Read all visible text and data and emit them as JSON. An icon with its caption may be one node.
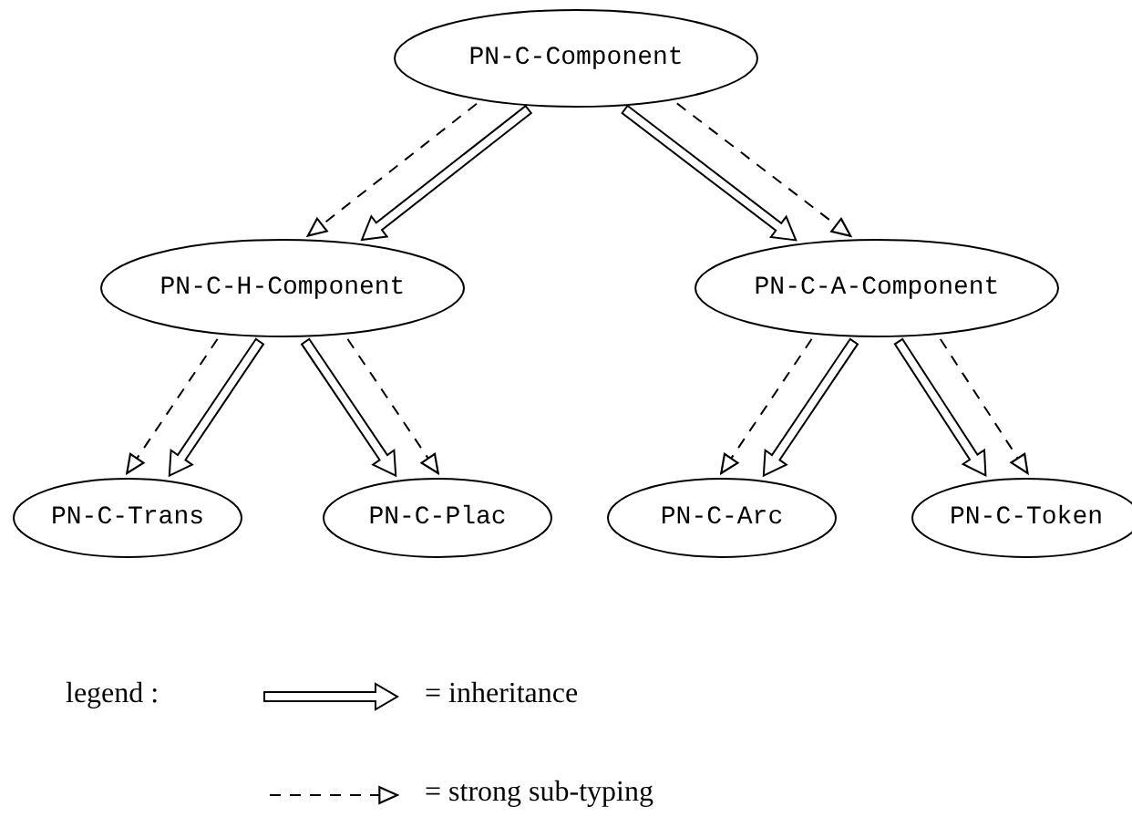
{
  "diagram": {
    "nodes": [
      {
        "text": [
          "PN-C-Component"
        ]
      },
      {
        "text": [
          "PN-C-H-Component"
        ]
      },
      {
        "text": [
          "PN-C-A-Component"
        ]
      },
      {
        "text": [
          "PN-C-Trans"
        ]
      },
      {
        "text": [
          "PN-C-Plac"
        ]
      },
      {
        "text": [
          "PN-C-Arc"
        ]
      },
      {
        "text": [
          "PN-C-Token"
        ]
      }
    ],
    "edges": [
      {
        "from": 0,
        "to": 1,
        "arrow": "to",
        "style": "dashed"
      },
      {
        "from": 0,
        "to": 1,
        "arrow": "to"
      },
      {
        "from": 0,
        "to": 2,
        "arrow": "to"
      },
      {
        "from": 0,
        "to": 2,
        "arrow": "to",
        "style": "dashed"
      },
      {
        "from": 1,
        "to": 3,
        "arrow": "to",
        "style": "dashed"
      },
      {
        "from": 1,
        "to": 3,
        "arrow": "to"
      },
      {
        "from": 1,
        "to": 4,
        "arrow": "to"
      },
      {
        "from": 1,
        "to": 4,
        "arrow": "to",
        "style": "dashed"
      },
      {
        "from": 2,
        "to": 5,
        "arrow": "to",
        "style": "dashed"
      },
      {
        "from": 2,
        "to": 5,
        "arrow": "to"
      },
      {
        "from": 2,
        "to": 6,
        "arrow": "to"
      },
      {
        "from": 2,
        "to": 6,
        "arrow": "to",
        "style": "dashed"
      }
    ],
    "labels": [
      "legend :"
    ],
    "legend": [
      {
        "text": "= inheritance"
      },
      {
        "text": "= strong sub-typing"
      }
    ]
  }
}
